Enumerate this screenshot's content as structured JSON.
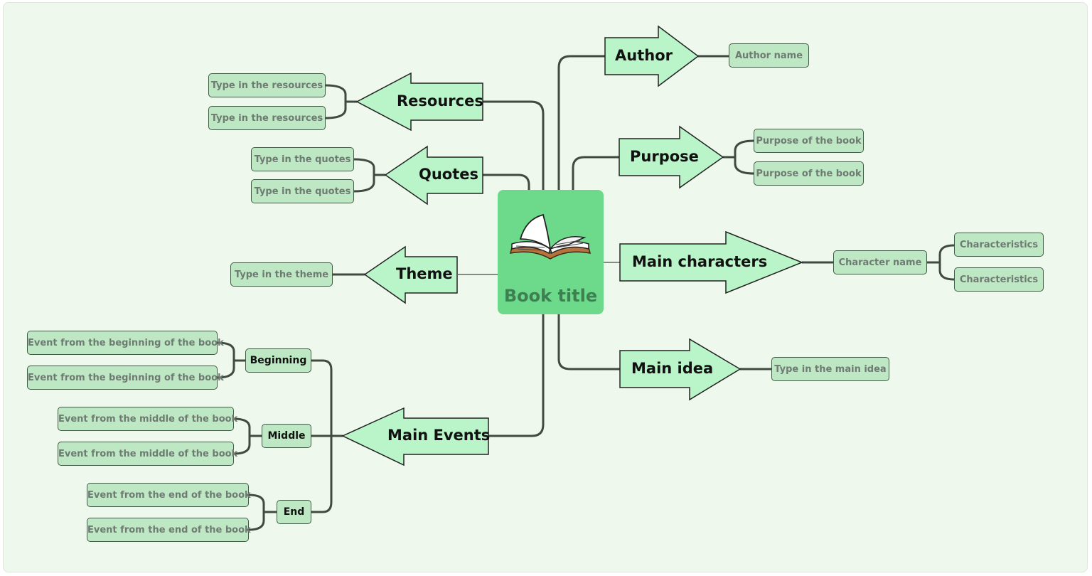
{
  "center": {
    "title": "Book title",
    "icon": "open-book-icon"
  },
  "colors": {
    "canvas": "#eff8ec",
    "center": "#6dd98a",
    "topic_fill": "#b9f5c8",
    "leaf_fill": "#bde8c3",
    "line": "#3f4a41",
    "leaf_text": "#6e7a72"
  },
  "right": {
    "author": {
      "label": "Author",
      "items": [
        "Author name"
      ]
    },
    "purpose": {
      "label": "Purpose",
      "items": [
        "Purpose of the book",
        "Purpose of the book"
      ]
    },
    "main_characters": {
      "label": "Main characters",
      "character": "Character name",
      "items": [
        "Characteristics",
        "Characteristics"
      ]
    },
    "main_idea": {
      "label": "Main idea",
      "items": [
        "Type in the main idea"
      ]
    }
  },
  "left": {
    "resources": {
      "label": "Resources",
      "items": [
        "Type in the resources",
        "Type in the resources"
      ]
    },
    "quotes": {
      "label": "Quotes",
      "items": [
        "Type in the quotes",
        "Type in the quotes"
      ]
    },
    "theme": {
      "label": "Theme",
      "items": [
        "Type in the theme"
      ]
    },
    "main_events": {
      "label": "Main Events",
      "groups": [
        {
          "label": "Beginning",
          "items": [
            "Event from the beginning of the book",
            "Event from the beginning of the book"
          ]
        },
        {
          "label": "Middle",
          "items": [
            "Event from the middle of the book",
            "Event from the middle of the book"
          ]
        },
        {
          "label": "End",
          "items": [
            "Event from the end of the book",
            "Event from the end of the book"
          ]
        }
      ]
    }
  }
}
